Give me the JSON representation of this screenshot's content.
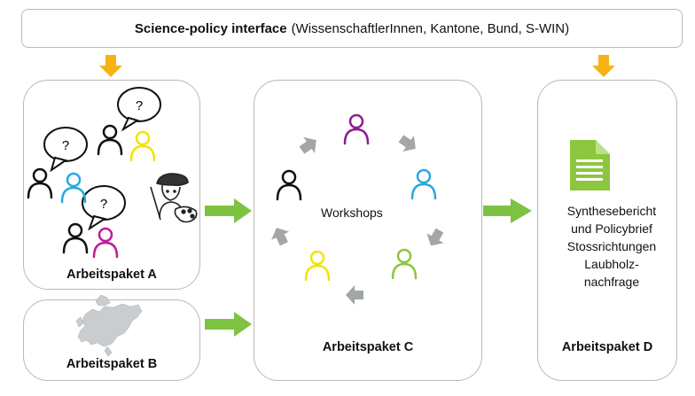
{
  "header": {
    "title_bold": "Science-policy interface",
    "title_rest": "(WissenschaftlerInnen, Kantone, Bund, S-WIN)"
  },
  "packages": {
    "a": "Arbeitspaket A",
    "b": "Arbeitspaket B",
    "c": "Arbeitspaket C",
    "d": "Arbeitspaket D"
  },
  "workshops_label": "Workshops",
  "question_mark": "?",
  "output_lines": [
    "Synthesebericht",
    "und Policybrief",
    "Stossrichtungen",
    "Laubholz-",
    "nachfrage"
  ],
  "colors": {
    "down_arrow": "#f5b314",
    "green_arrow": "#7ec242",
    "gray_arrow": "#a3a6a8",
    "purple": "#8b1e8b",
    "cyan": "#27a9e1",
    "yellow": "#f2e400",
    "magenta": "#c4189a",
    "green": "#8cc63f",
    "black": "#111111",
    "doc_green": "#8cc63f",
    "europe_gray": "#c9cdd0"
  },
  "icons": [
    "person-icon",
    "speech-bubble-icon",
    "painter-icon",
    "europe-map-icon",
    "document-icon",
    "arrow-icon"
  ]
}
